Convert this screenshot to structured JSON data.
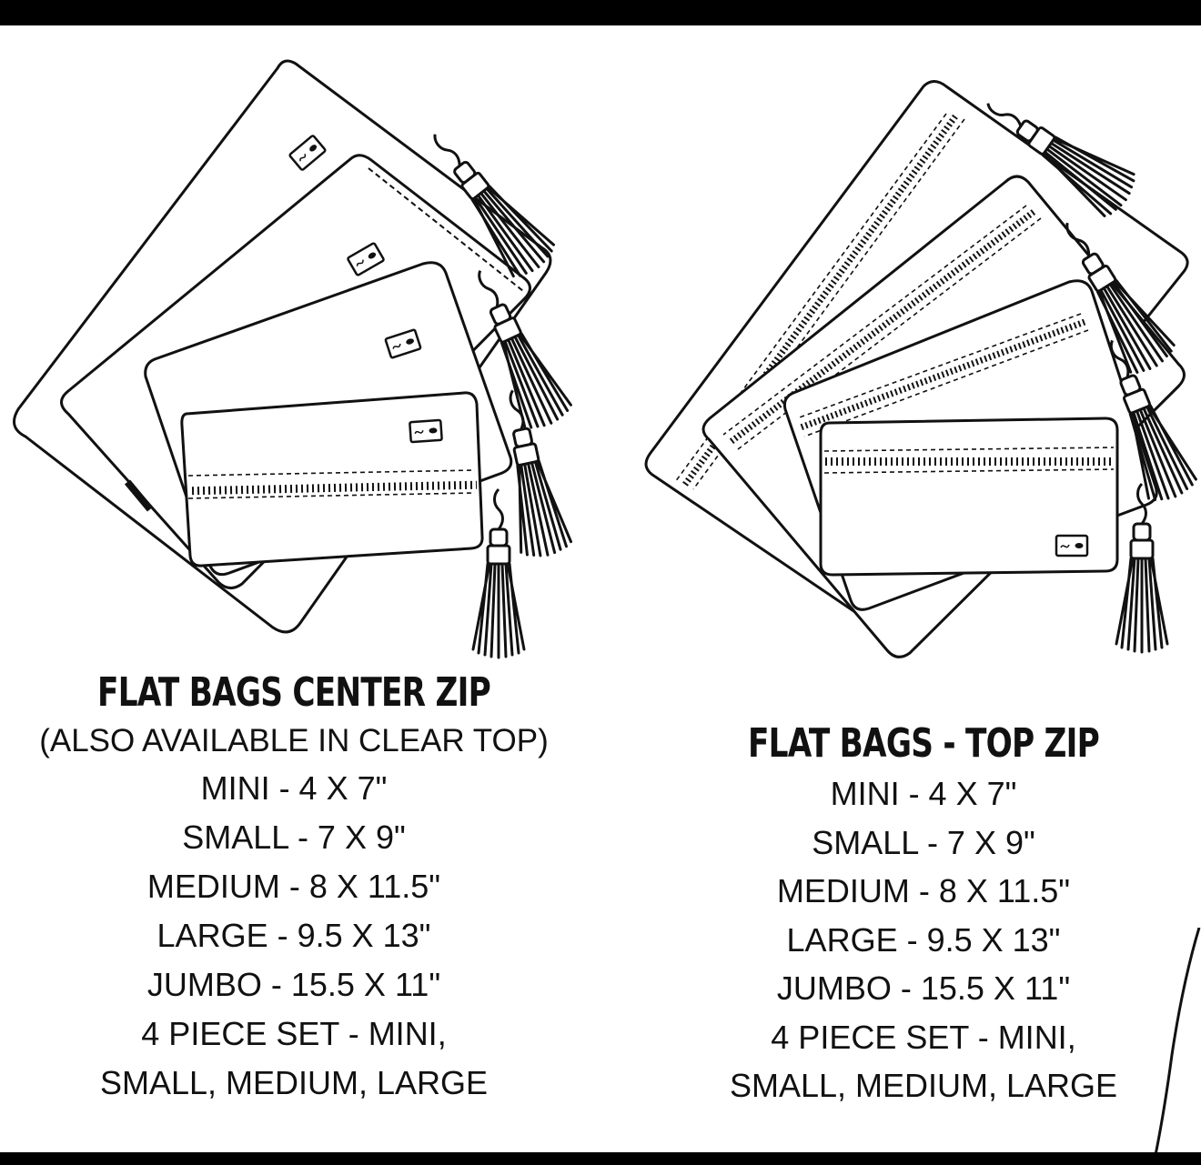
{
  "left": {
    "heading": "FLAT BAGS CENTER ZIP",
    "note": "(ALSO AVAILABLE IN CLEAR TOP)",
    "sizes": [
      "MINI - 4 X 7\"",
      "SMALL - 7 X 9\"",
      "MEDIUM - 8 X 11.5\"",
      "LARGE - 9.5 X 13\"",
      "JUMBO - 15.5 X 11\"",
      "4 PIECE SET - MINI,",
      "SMALL, MEDIUM, LARGE"
    ]
  },
  "right": {
    "heading": "FLAT BAGS - TOP ZIP",
    "sizes": [
      "MINI - 4 X 7\"",
      "SMALL - 7 X 9\"",
      "MEDIUM - 8 X 11.5\"",
      "LARGE - 9.5 X 13\"",
      "JUMBO - 15.5 X 11\"",
      "4 PIECE SET - MINI,",
      "SMALL, MEDIUM, LARGE"
    ]
  },
  "colors": {
    "ink": "#111111",
    "paper": "#ffffff",
    "band": "#000000"
  },
  "icons": [
    "zipper-pouch-illustration",
    "tassel-icon",
    "logo-tag-icon"
  ]
}
